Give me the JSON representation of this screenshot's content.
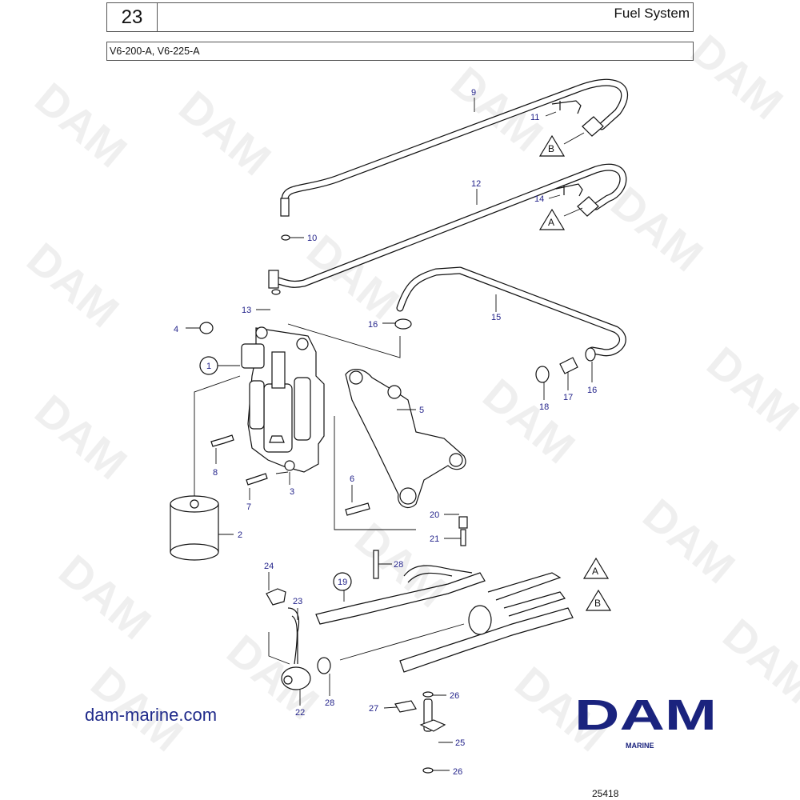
{
  "header": {
    "section_number": "23",
    "title": "Fuel System",
    "models": "V6-200-A, V6-225-A"
  },
  "callouts": {
    "c1": "1",
    "c2": "2",
    "c3": "3",
    "c4": "4",
    "c5": "5",
    "c6": "6",
    "c7": "7",
    "c8": "8",
    "c9": "9",
    "c10": "10",
    "c11": "11",
    "c12": "12",
    "c13": "13",
    "c14": "14",
    "c15": "15",
    "c16a": "16",
    "c16b": "16",
    "c17": "17",
    "c18": "18",
    "c19": "19",
    "c20": "20",
    "c21": "21",
    "c22": "22",
    "c23": "23",
    "c24": "24",
    "c25": "25",
    "c26a": "26",
    "c26b": "26",
    "c27": "27",
    "c28a": "28",
    "c28b": "28"
  },
  "references": {
    "ref_b_top": "B",
    "ref_a_top": "A",
    "ref_a_rail": "A",
    "ref_b_rail": "B"
  },
  "watermark": {
    "text": "DAM"
  },
  "footer": {
    "website": "dam-marine.com",
    "logo_text": "DAM",
    "logo_subtext": "MARINE",
    "figure_number": "25418"
  },
  "colors": {
    "callout_text": "#23238a",
    "logo": "#1a237e",
    "website": "#1f2a8a"
  }
}
